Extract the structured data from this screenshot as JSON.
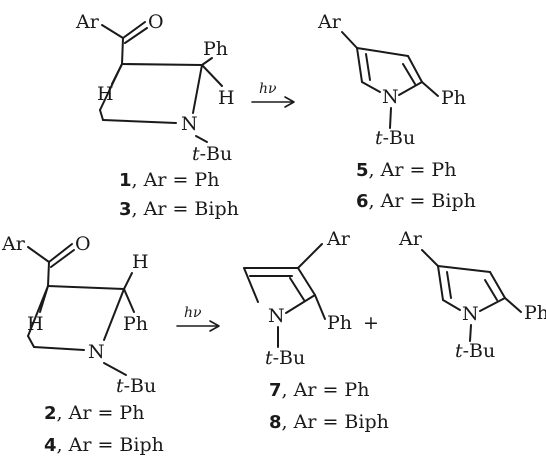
{
  "atoms": {
    "ar": "Ar",
    "o": "O",
    "ph": "Ph",
    "h": "H",
    "n": "N",
    "tbu_t": "t",
    "tbu_rest": "-Bu",
    "ph_cut": "Ph"
  },
  "arrow_label": "hν",
  "plus": "+",
  "compounds": [
    {
      "num": "1",
      "label": ", Ar = Ph"
    },
    {
      "num": "3",
      "label": ", Ar = Biph"
    },
    {
      "num": "5",
      "label": ", Ar = Ph"
    },
    {
      "num": "6",
      "label": ", Ar = Biph"
    },
    {
      "num": "2",
      "label": ", Ar = Ph"
    },
    {
      "num": "4",
      "label": ", Ar = Biph"
    },
    {
      "num": "7",
      "label": ", Ar = Ph"
    },
    {
      "num": "8",
      "label": ", Ar = Biph"
    }
  ]
}
